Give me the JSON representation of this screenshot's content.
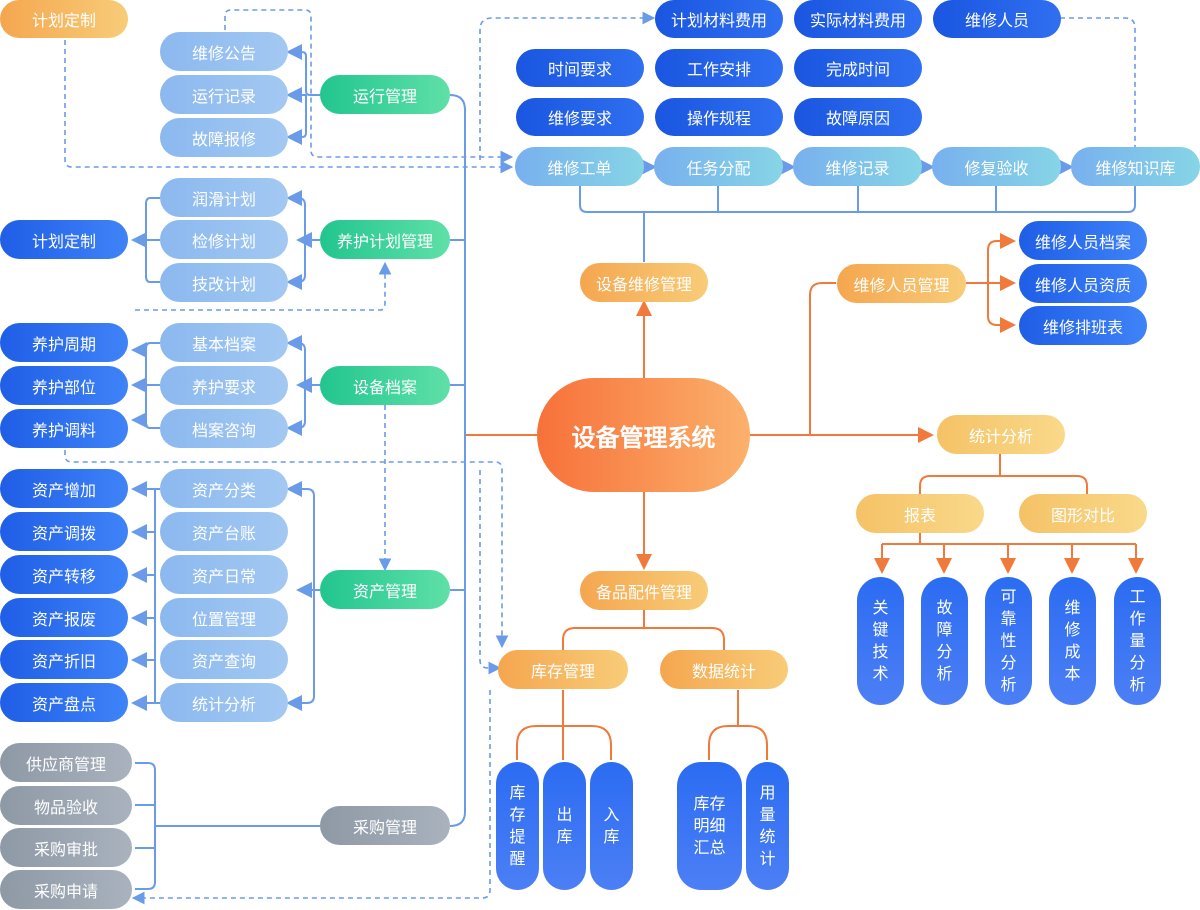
{
  "center": "设备管理系统",
  "top_left": {
    "plan_custom": "计划定制"
  },
  "operation": {
    "title": "运行管理",
    "items": [
      "维修公告",
      "运行记录",
      "故障报修"
    ]
  },
  "maintenance_plan": {
    "title": "养护计划管理",
    "items": [
      "润滑计划",
      "检修计划",
      "技改计划"
    ],
    "plan_custom": "计划定制"
  },
  "equipment_archive": {
    "title": "设备档案",
    "items": [
      "基本档案",
      "养护要求",
      "档案咨询"
    ],
    "outputs": [
      "养护周期",
      "养护部位",
      "养护调料"
    ]
  },
  "asset": {
    "title": "资产管理",
    "items": [
      "资产分类",
      "资产台账",
      "资产日常",
      "位置管理",
      "资产查询",
      "统计分析"
    ],
    "outputs": [
      "资产增加",
      "资产调拨",
      "资产转移",
      "资产报废",
      "资产折旧",
      "资产盘点"
    ]
  },
  "purchase": {
    "title": "采购管理",
    "items": [
      "供应商管理",
      "物品验收",
      "采购审批",
      "采购申请"
    ]
  },
  "repair": {
    "title": "设备维修管理",
    "flow": [
      "维修工单",
      "任务分配",
      "维修记录",
      "修复验收",
      "维修知识库"
    ],
    "info_row1": [
      "计划材料费用",
      "实际材料费用",
      "维修人员"
    ],
    "info_row2": [
      "时间要求",
      "工作安排",
      "完成时间"
    ],
    "info_row3": [
      "维修要求",
      "操作规程",
      "故障原因"
    ]
  },
  "staff": {
    "title": "维修人员管理",
    "items": [
      "维修人员档案",
      "维修人员资质",
      "维修排班表"
    ]
  },
  "stats": {
    "title": "统计分析",
    "report": "报表",
    "chart_compare": "图形对比",
    "items": [
      [
        "关",
        "键",
        "技",
        "术"
      ],
      [
        "故",
        "障",
        "分",
        "析"
      ],
      [
        "可",
        "靠",
        "性",
        "分",
        "析"
      ],
      [
        "维",
        "修",
        "成",
        "本"
      ],
      [
        "工",
        "作",
        "量",
        "分",
        "析"
      ]
    ]
  },
  "spare": {
    "title": "备品配件管理",
    "inventory": "库存管理",
    "data_stats": "数据统计",
    "inventory_items": [
      [
        "库",
        "存",
        "提",
        "醒"
      ],
      [
        "出",
        "库"
      ],
      [
        "入",
        "库"
      ]
    ],
    "data_items": [
      [
        "库存",
        "明细",
        "汇总"
      ],
      [
        "用",
        "量",
        "统",
        "计"
      ]
    ]
  }
}
